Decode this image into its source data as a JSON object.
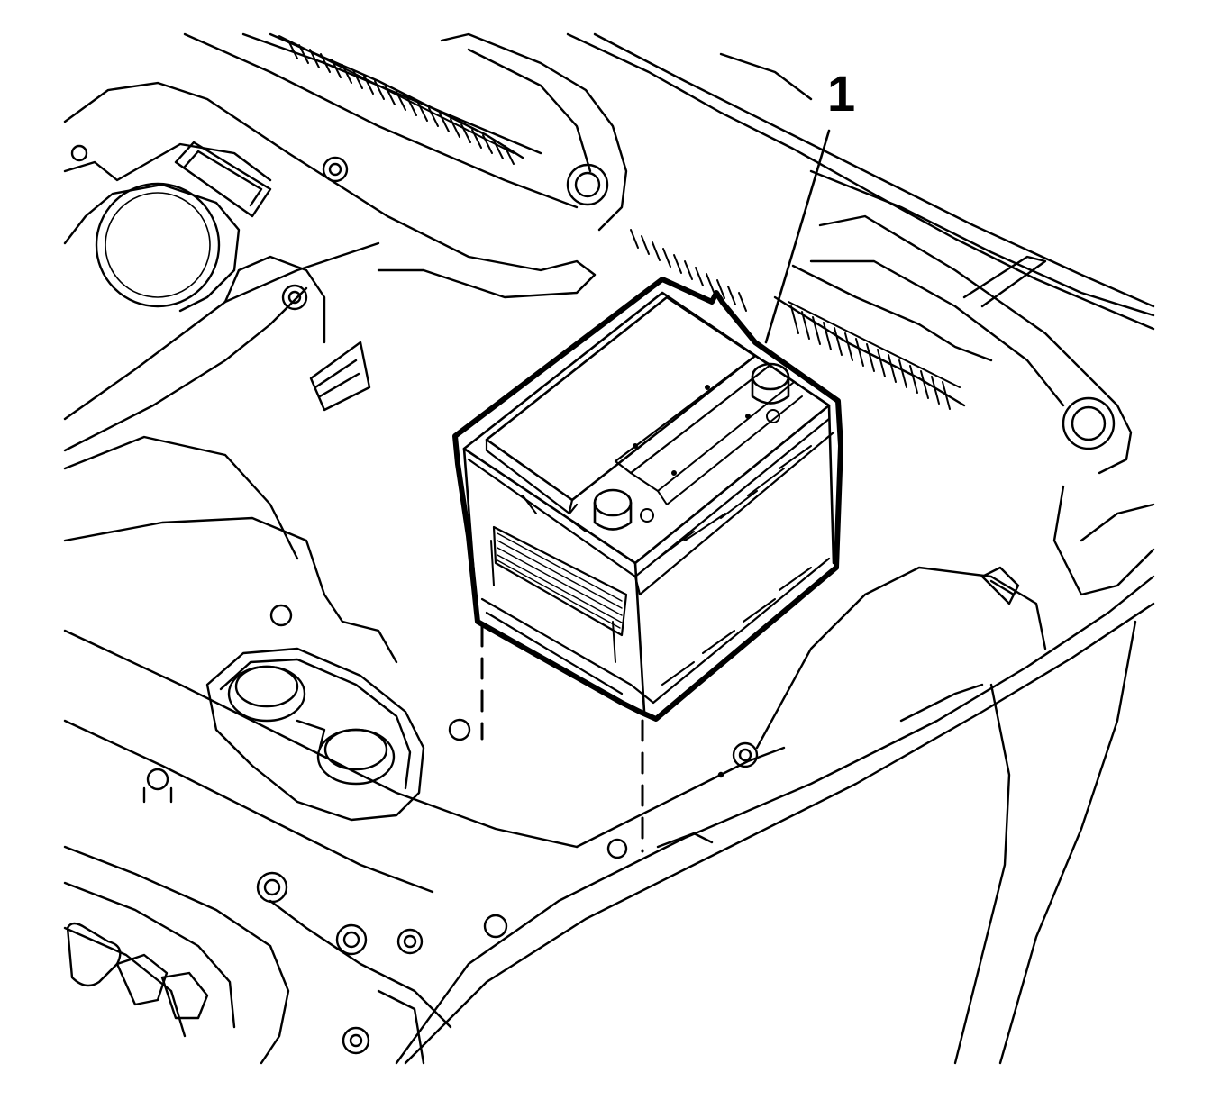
{
  "callouts": [
    {
      "id": "1",
      "label": "1",
      "target": "battery"
    }
  ],
  "colors": {
    "line": "#000000",
    "background": "#ffffff"
  }
}
